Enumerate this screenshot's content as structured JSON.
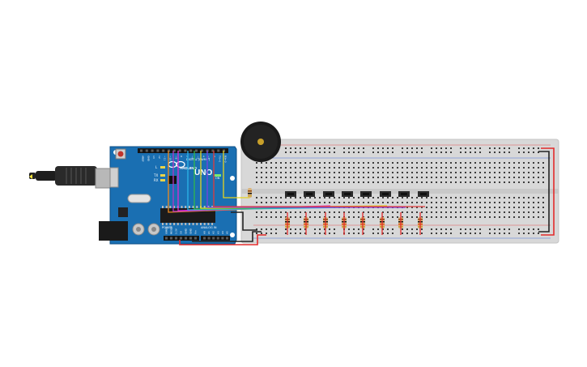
{
  "board": {
    "brand": "ARDUINO",
    "model": "UNO",
    "header_label": "DIGITAL (PWM~)",
    "power_label": "POWER",
    "analog_label": "ANALOG IN",
    "tx_label": "TX",
    "rx_label": "RX",
    "l_label": "L",
    "on_label": "ON",
    "digital_pins": [
      "AREF",
      "GND",
      "13",
      "12",
      "~11",
      "~10",
      "~9",
      "8",
      "7",
      "~6",
      "~5",
      "4",
      "~3",
      "2",
      "TX→1",
      "RX←0"
    ],
    "power_pins": [
      "IOREF",
      "RESET",
      "3.3V",
      "5V",
      "GND",
      "GND",
      "Vin"
    ],
    "analog_pins": [
      "A0",
      "A1",
      "A2",
      "A3",
      "A4",
      "A5"
    ]
  },
  "breadboard": {
    "columns": 30,
    "push_buttons": 8,
    "resistors": 8
  },
  "colors": {
    "board_blue": "#1a6fb2",
    "breadboard": "#d8d8d8",
    "wire_red": "#e32b2b",
    "wire_black": "#222222",
    "buzzer": "#1a1a1a"
  },
  "wire_colors": [
    "#f08a1c",
    "#b237c4",
    "#e02ad0",
    "#2bb4e8",
    "#2fb84a",
    "#e5d31e",
    "#7a3fe0",
    "#e23b3b"
  ]
}
